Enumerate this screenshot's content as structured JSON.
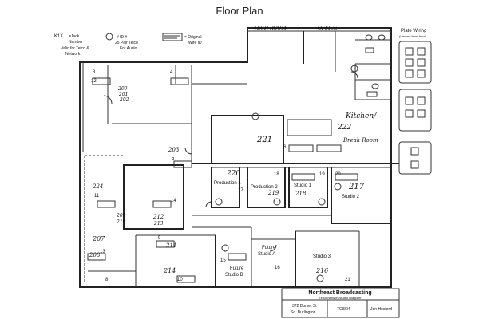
{
  "title": "Floor Plan",
  "legend": {
    "jack_symbol": "=Jack",
    "jack_line2": "Number",
    "jack_line3": "Valid for Telco &",
    "jack_line4": "Network",
    "pair_symbol": "# ID #",
    "pair_line2": "25 Pair Telco",
    "pair_line3": "For Audio",
    "wire_symbol": "= Original",
    "wire_line2": "Wire ID"
  },
  "rooms": {
    "tech_room": "TECH ROOM",
    "office": "OFFICE",
    "kitchen_line1": "Kitchen/",
    "kitchen_line2": "Break Room",
    "production1": "Production 1",
    "production2": "Production 2",
    "studio1": "Studio 1",
    "studio2": "Studio 2",
    "studio3": "Studio 3",
    "future_a_line1": "Future",
    "future_a_line2": "Studio A",
    "future_b_line1": "Future",
    "future_b_line2": "Studio B"
  },
  "plate_wiring": {
    "title": "Plate Wiring",
    "subtitle": "(Viewed from front)"
  },
  "title_block": {
    "company": "Northeast Broadcasting",
    "subtitle": "Telco/Network/Audio Diagram",
    "address1": "372 Dorset St",
    "address2": "So. Burlington",
    "date": "7/28/04",
    "author": "Jon Hosford"
  },
  "jacks": [
    "3",
    "4",
    "5",
    "6",
    "7",
    "8",
    "9",
    "10",
    "11",
    "12",
    "13",
    "14",
    "15",
    "16",
    "17",
    "18",
    "19",
    "20",
    "21"
  ],
  "handwritten": [
    "200",
    "201",
    "202",
    "203",
    "207",
    "208",
    "209",
    "210",
    "211",
    "212",
    "213",
    "214",
    "216",
    "217",
    "218",
    "219",
    "220",
    "221",
    "222",
    "224"
  ]
}
